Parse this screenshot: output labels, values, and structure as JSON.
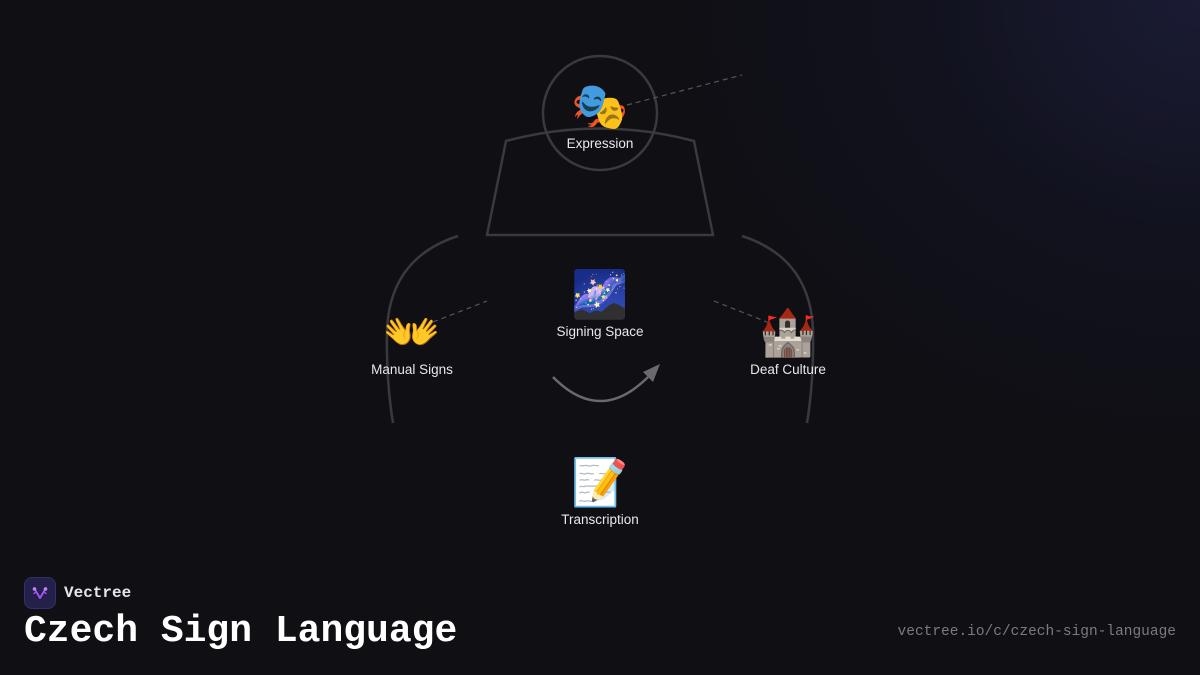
{
  "diagram": {
    "nodes": [
      {
        "id": "expression",
        "label": "Expression",
        "icon": "performing-arts-masks-icon",
        "glyph": "🎭"
      },
      {
        "id": "signing_space",
        "label": "Signing Space",
        "icon": "milky-way-icon",
        "glyph": "🌌"
      },
      {
        "id": "manual_signs",
        "label": "Manual Signs",
        "icon": "open-hands-icon",
        "glyph": "👐"
      },
      {
        "id": "deaf_culture",
        "label": "Deaf Culture",
        "icon": "castle-icon",
        "glyph": "🏰"
      },
      {
        "id": "transcription",
        "label": "Transcription",
        "icon": "memo-pencil-icon",
        "glyph": "📝"
      }
    ],
    "colors": {
      "background": "#0f0f14",
      "outline": "#3a3a3e",
      "arrow": "#6a6a6e",
      "dashed_line": "#55555a",
      "label": "#e8e8ec"
    }
  },
  "footer": {
    "brand_name": "Vectree",
    "title": "Czech Sign Language",
    "url": "vectree.io/c/czech-sign-language"
  }
}
